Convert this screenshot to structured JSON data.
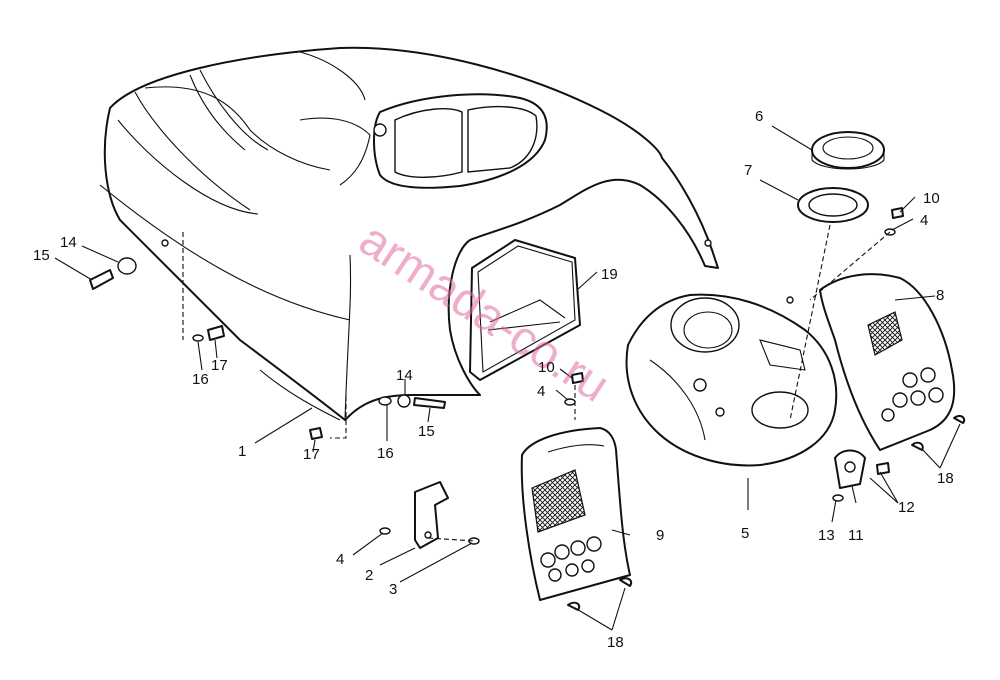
{
  "diagram": {
    "watermark": "armada-co.ru",
    "callouts": [
      {
        "id": "c1",
        "text": "1"
      },
      {
        "id": "c2",
        "text": "2"
      },
      {
        "id": "c3",
        "text": "3"
      },
      {
        "id": "c4a",
        "text": "4"
      },
      {
        "id": "c4b",
        "text": "4"
      },
      {
        "id": "c4c",
        "text": "4"
      },
      {
        "id": "c5",
        "text": "5"
      },
      {
        "id": "c6",
        "text": "6"
      },
      {
        "id": "c7",
        "text": "7"
      },
      {
        "id": "c8",
        "text": "8"
      },
      {
        "id": "c9",
        "text": "9"
      },
      {
        "id": "c10a",
        "text": "10"
      },
      {
        "id": "c10b",
        "text": "10"
      },
      {
        "id": "c11",
        "text": "11"
      },
      {
        "id": "c12",
        "text": "12"
      },
      {
        "id": "c13",
        "text": "13"
      },
      {
        "id": "c14a",
        "text": "14"
      },
      {
        "id": "c14b",
        "text": "14"
      },
      {
        "id": "c15a",
        "text": "15"
      },
      {
        "id": "c15b",
        "text": "15"
      },
      {
        "id": "c16a",
        "text": "16"
      },
      {
        "id": "c16b",
        "text": "16"
      },
      {
        "id": "c17a",
        "text": "17"
      },
      {
        "id": "c17b",
        "text": "17"
      },
      {
        "id": "c18a",
        "text": "18"
      },
      {
        "id": "c18b",
        "text": "18"
      },
      {
        "id": "c19",
        "text": "19"
      }
    ]
  }
}
